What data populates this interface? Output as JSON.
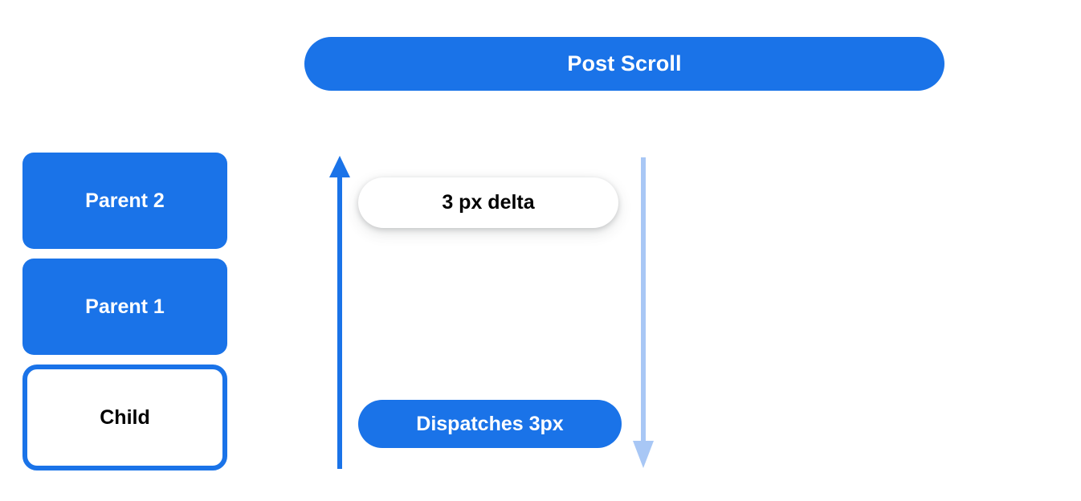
{
  "header": {
    "title": "Post Scroll"
  },
  "hierarchy": {
    "nodes": [
      {
        "label": "Parent 2",
        "style": "filled"
      },
      {
        "label": "Parent 1",
        "style": "filled"
      },
      {
        "label": "Child",
        "style": "outlined"
      }
    ]
  },
  "flow": {
    "up_arrow": {
      "name": "bubble-up-arrow",
      "direction": "up",
      "color": "#1a73e8"
    },
    "down_arrow": {
      "name": "propagate-down-arrow",
      "direction": "down",
      "color": "#a8c7f5"
    },
    "annotations": [
      {
        "label": "3 px delta",
        "style": "white"
      },
      {
        "label": "Dispatches 3px",
        "style": "blue"
      }
    ]
  },
  "colors": {
    "brand_blue": "#1a73e8",
    "light_blue": "#a8c7f5",
    "white": "#ffffff",
    "black": "#000000"
  }
}
